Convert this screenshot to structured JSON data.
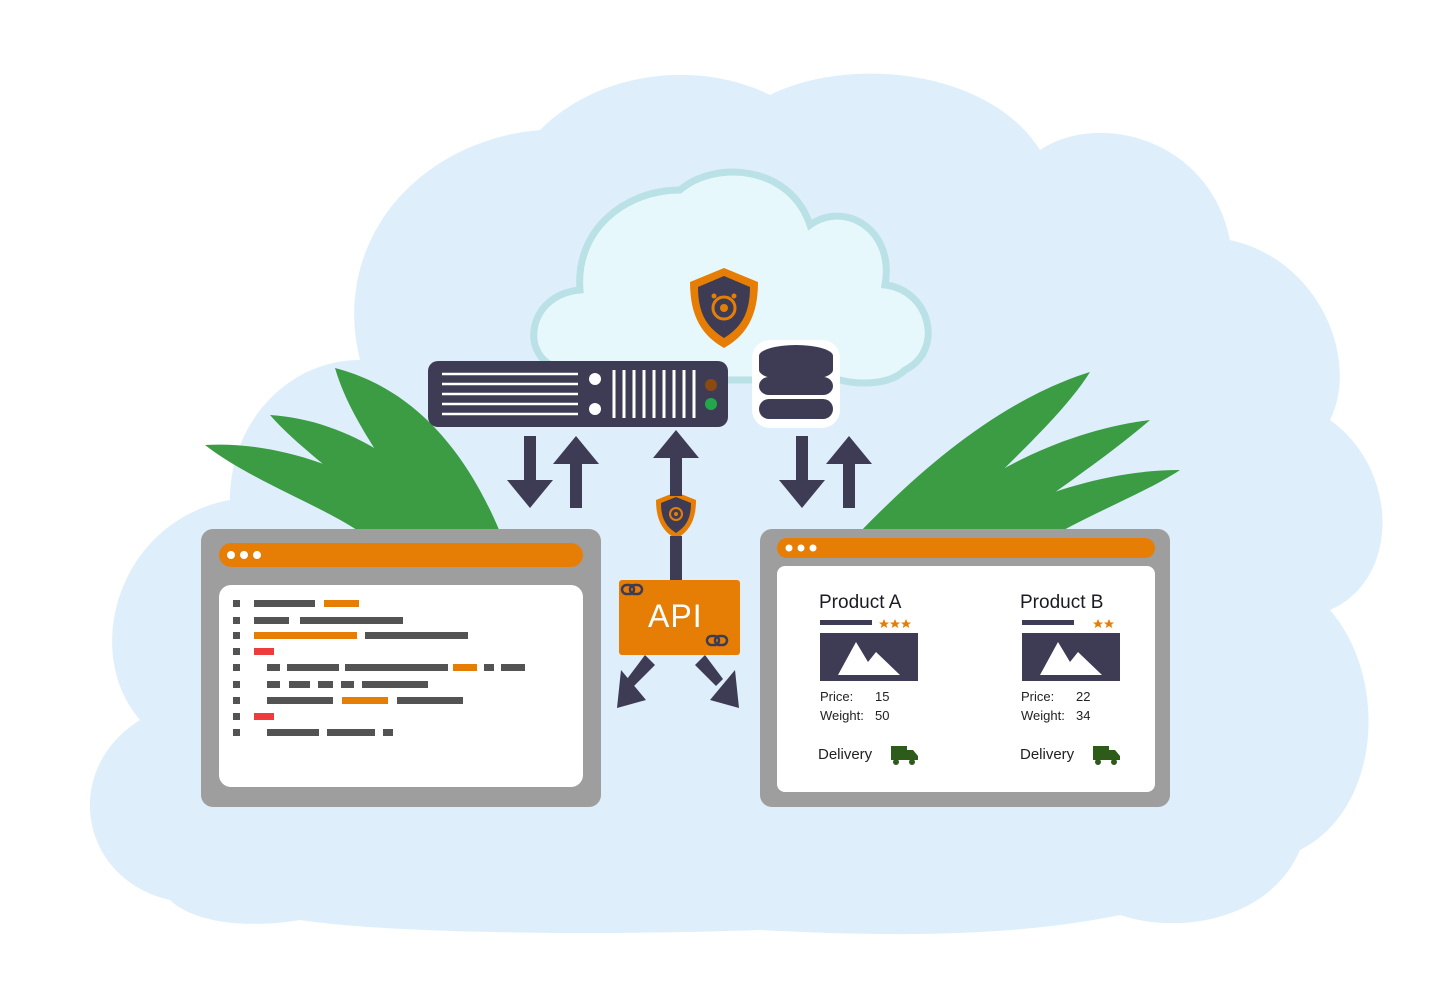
{
  "colors": {
    "cloud_outer": "#deeffb",
    "cloud_inner": "#e6f8fb",
    "cloud_inner_stroke": "#b9e1e6",
    "leaves": "#3b9c44",
    "window_frame": "#9e9e9e",
    "accent_orange": "#e67e06",
    "dark_navy": "#3e3c55",
    "code_gray": "#535353",
    "code_red": "#ef3b3b",
    "truck_green": "#2d5b1a",
    "white": "#ffffff"
  },
  "icons": {
    "server": "server-rack-icon",
    "database": "database-stack-icon",
    "shield": "security-shield-icon",
    "link": "chain-link-icon",
    "image": "image-placeholder-icon",
    "truck": "delivery-truck-icon",
    "star": "star-icon"
  },
  "api": {
    "label": "API"
  },
  "products": [
    {
      "name": "Product A",
      "rating": 3,
      "price_label": "Price:",
      "price_value": "15",
      "weight_label": "Weight:",
      "weight_value": "50",
      "delivery_label": "Delivery"
    },
    {
      "name": "Product B",
      "rating": 2,
      "price_label": "Price:",
      "price_value": "22",
      "weight_label": "Weight:",
      "weight_value": "34",
      "delivery_label": "Delivery"
    }
  ]
}
